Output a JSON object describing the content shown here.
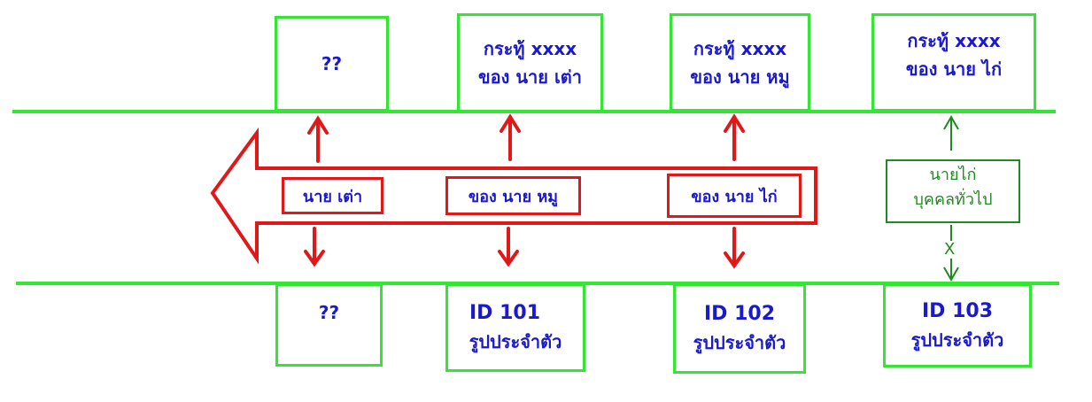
{
  "top_boxes": [
    {
      "line1": "??",
      "line2": ""
    },
    {
      "line1": "กระทู้ xxxx",
      "line2": "ของ นาย เต่า"
    },
    {
      "line1": "กระทู้  xxxx",
      "line2": "ของ นาย หมู"
    },
    {
      "line1": "กระทู้ xxxx",
      "line2": "ของ นาย ไก่"
    }
  ],
  "bottom_boxes": [
    {
      "line1": "??",
      "line2": ""
    },
    {
      "line1": "ID 101",
      "line2": "รูปประจำตัว"
    },
    {
      "line1": "ID 102",
      "line2": "รูปประจำตัว"
    },
    {
      "line1": "ID 103",
      "line2": "รูปประจำตัว"
    }
  ],
  "arrow_labels": [
    "นาย เต่า",
    "ของ นาย หมู",
    "ของ นาย ไก่"
  ],
  "side_note": {
    "line1": "นายไก่",
    "line2": "บุคคลทั่วไป",
    "cross": "X"
  },
  "colors": {
    "line": "#33e633",
    "arrow": "#e01818",
    "text": "#1a1acc",
    "note": "#1f8a1f"
  }
}
